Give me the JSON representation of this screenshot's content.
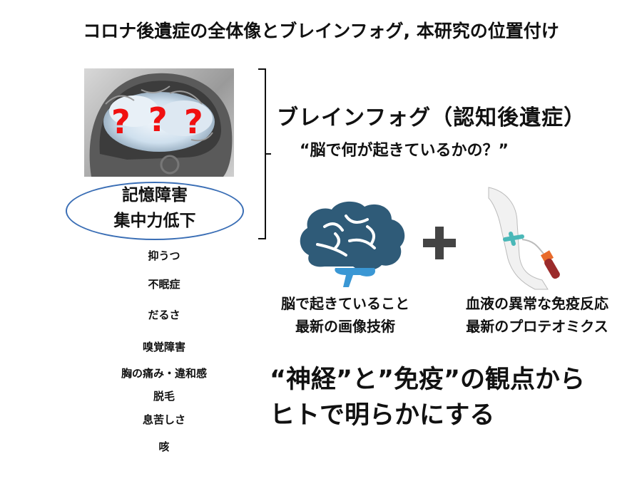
{
  "title": "コロナ後遺症の全体像とブレインフォグ, 本研究の位置付け",
  "brain_photo": {
    "question_marks": [
      "?",
      "?",
      "?"
    ],
    "question_color": "#f01010"
  },
  "core_symptoms": {
    "line1": "記憶障害",
    "line2": "集中力低下",
    "ellipse_color": "#3a6eb5"
  },
  "brain_fog": {
    "heading": "ブレインフォグ（認知後遺症）",
    "question": "“脳で何が起きているかの？”"
  },
  "other_symptoms": [
    "抑うつ",
    "不眠症",
    "だるさ",
    "嗅覚障害",
    "胸の痛み・違和感",
    "脱毛",
    "息苦しさ",
    "咳"
  ],
  "approaches": {
    "brain": {
      "line1": "脳で起きていること",
      "line2": "最新の画像技術",
      "icon_color": "#2f5b78",
      "cerebellum_color": "#3a97d4"
    },
    "plus": "+",
    "blood": {
      "line1": "血液の異常な免疫反応",
      "line2": "最新のプロテオミクス"
    }
  },
  "conclusion": {
    "line1": "“神経”と”免疫”の観点から",
    "line2": "ヒトで明らかにする"
  }
}
